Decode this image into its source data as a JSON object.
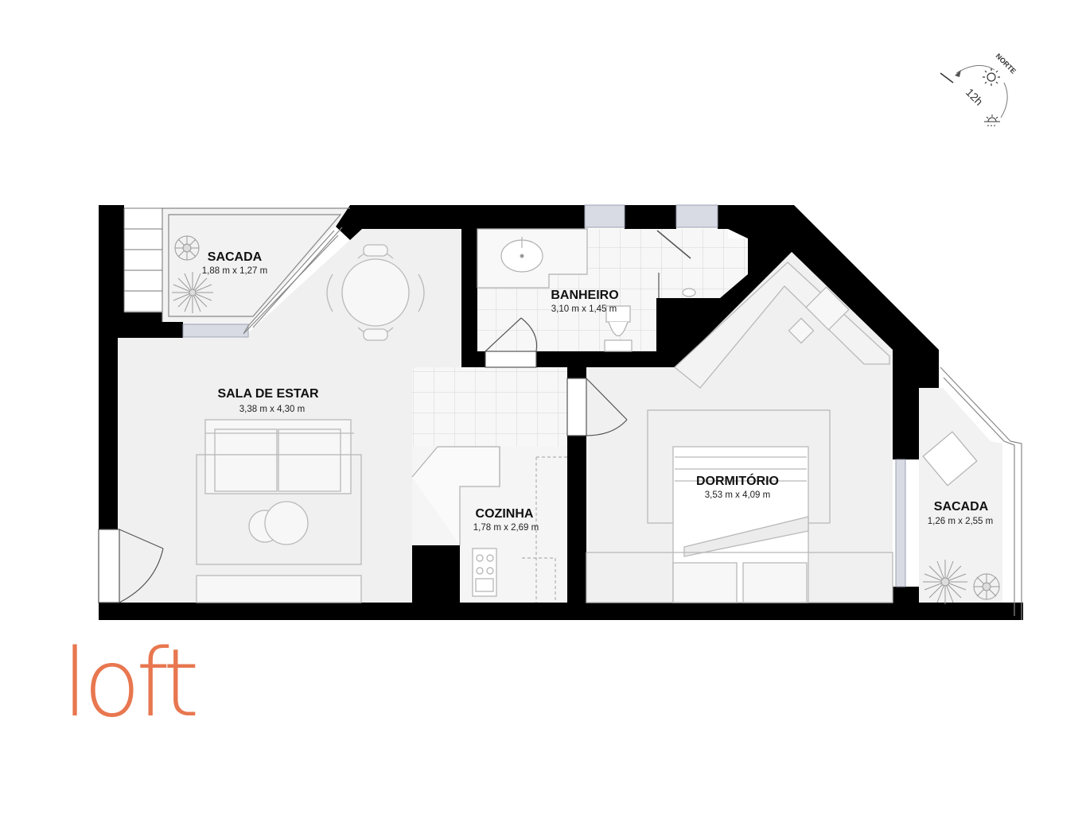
{
  "rooms": {
    "sacada_1": {
      "name": "SACADA",
      "dims": "1,88 m x 1,27 m"
    },
    "sala": {
      "name": "SALA DE ESTAR",
      "dims": "3,38 m x 4,30 m"
    },
    "banheiro": {
      "name": "BANHEIRO",
      "dims": "3,10 m x 1,45 m"
    },
    "cozinha": {
      "name": "COZINHA",
      "dims": "1,78 m x 2,69 m"
    },
    "dormitorio": {
      "name": "DORMITÓRIO",
      "dims": "3,53 m x 4,09 m"
    },
    "sacada_2": {
      "name": "SACADA",
      "dims": "1,26 m x 2,55 m"
    }
  },
  "compass": {
    "north_label": "NORTE",
    "noon_label": "12h"
  },
  "logo": {
    "text": "loft"
  },
  "colors": {
    "wall": "#000000",
    "floor": "#f2f2f2",
    "tile_line": "#d6d6d6",
    "furniture_stroke": "#b9b9b9",
    "window": "#d9dbe4",
    "logo": "#e8774f"
  },
  "icons": [
    "plant-icon",
    "sun-icon",
    "stove-icon",
    "sink-icon",
    "toilet-icon",
    "laptop-icon"
  ]
}
